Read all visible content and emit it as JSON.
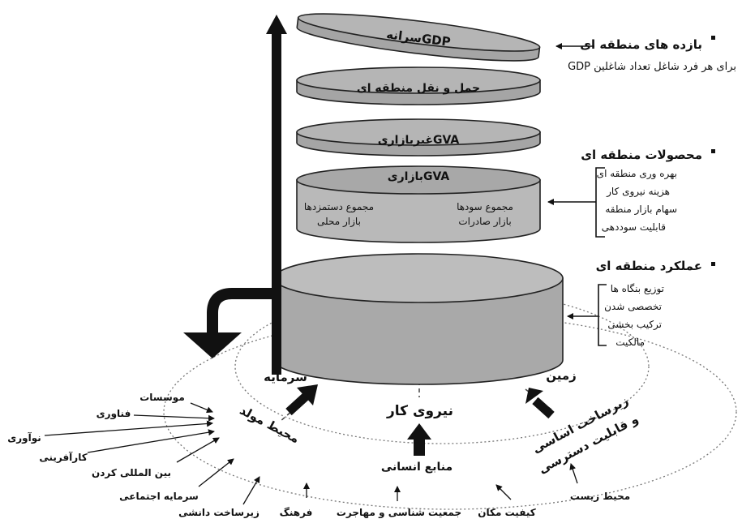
{
  "disks": {
    "gdp": "سرانهGDP",
    "transport": "حمل و نقل منطقه ای",
    "nonmarket": "غیربازاریGVA",
    "market": "بازاریGVA",
    "market_left": [
      "مجموع دستمزدها",
      "بازار محلی"
    ],
    "market_right": [
      "مجموع سودها",
      "بازار صادرات"
    ]
  },
  "right_panel": {
    "returns_title": "بازده های منطقه ای",
    "returns_sub": "GDP برای هر فرد شاغل تعداد شاغلین",
    "products_title": "محصولات منطقه ای",
    "products_items": [
      "بهره وری منطقه ای",
      "هزینه نیروی کار",
      "سهام بازار منطقه",
      "قابلیت سوددهی"
    ],
    "performance_title": "عملکرد منطقه ای",
    "performance_items": [
      "توزیع بنگاه ها",
      "تخصصی شدن",
      "ترکیب بخشی",
      "مالکیت"
    ]
  },
  "factors": {
    "capital": "سرمایه",
    "land": "زمین",
    "labor": "نیروی کار",
    "env": "محیط مولد",
    "infra_1": "زیرساخت اساسی",
    "infra_2": "و قابلیت دسترسی",
    "human": "منابع انسانی"
  },
  "outer_labels": {
    "institutions": "موسسات",
    "technology": "فناوری",
    "innovation": "نوآوری",
    "entrepreneurship": "کارآفرینی",
    "internationalization": "بین المللی کردن",
    "social_capital": "سرمایه اجتماعی",
    "knowledge": "زیرساخت دانشی",
    "culture": "فرهنگ",
    "demography": "جمعیت شناسی و مهاجرت",
    "place_quality": "کیفیت مکان",
    "environment": "محیط زیست"
  }
}
